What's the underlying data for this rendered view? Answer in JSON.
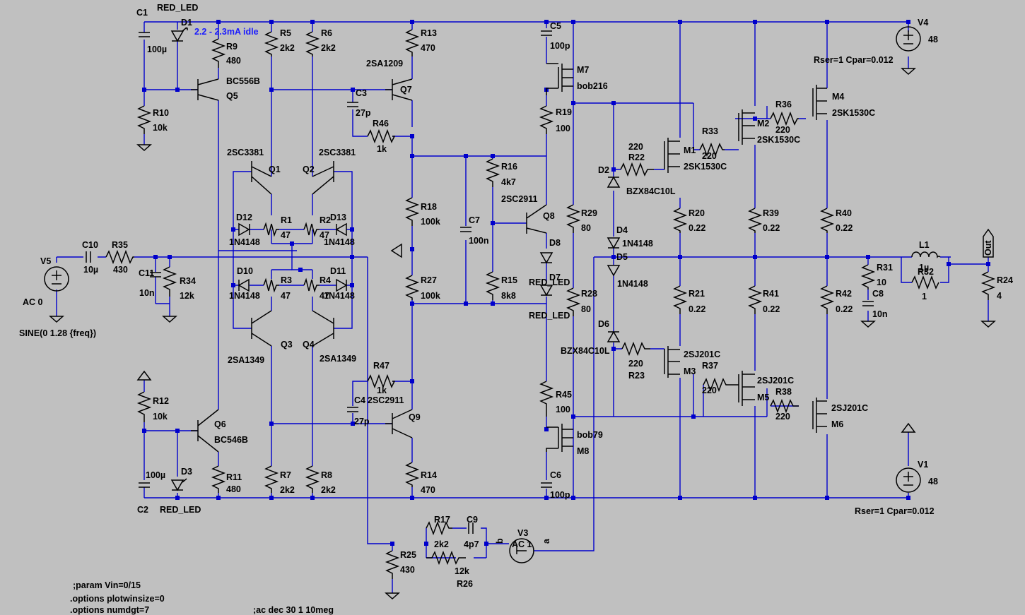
{
  "labels": {
    "C1": "C1",
    "C1v": "100µ",
    "D1": "D1",
    "RED_LED_1": "RED_LED",
    "idle": "2.2 - 2.3mA idle",
    "R9": "R9",
    "R9v": "480",
    "BC556B": "BC556B",
    "Q5": "Q5",
    "R10": "R10",
    "R10v": "10k",
    "R5": "R5",
    "R5v": "2k2",
    "R6": "R6",
    "R6v": "2k2",
    "R13": "R13",
    "R13v": "470",
    "Q7t": "2SA1209",
    "Q7": "Q7",
    "C3": "C3",
    "C3v": "27p",
    "R46": "R46",
    "R46v": "1k",
    "C5": "C5",
    "C5v": "100p",
    "M7": "M7",
    "bob216": "bob216",
    "R19": "R19",
    "R19v": "100",
    "V4": "V4",
    "V4v": "48",
    "rser1": "Rser=1 Cpar=0.012",
    "M4": "M4",
    "M4t": "2SK1530C",
    "R36": "R36",
    "R36v": "220",
    "M2": "M2",
    "M2t": "2SK1530C",
    "R33": "R33",
    "R33v": "220",
    "M1": "M1",
    "M1t": "2SK1530C",
    "R22": "R22",
    "R22v": "220",
    "D2": "D2",
    "BZX1": "BZX84C10L",
    "Q1t": "2SC3381",
    "Q1": "Q1",
    "Q2t": "2SC3381",
    "Q2": "Q2",
    "R16": "R16",
    "R16v": "4k7",
    "Q8t": "2SC2911",
    "Q8": "Q8",
    "D12": "D12",
    "R1": "R1",
    "R1v": "47",
    "R2": "R2",
    "R2v": "47",
    "D13": "D13",
    "d12t": "1N4148",
    "d13t": "1N4148",
    "R18": "R18",
    "R18v": "100k",
    "C7": "C7",
    "C7v": "100n",
    "R29": "R29",
    "R29v": "80",
    "D4": "D4",
    "D4t": "1N4148",
    "D5": "D5",
    "D5t": "1N4148",
    "R20": "R20",
    "R20v": "0.22",
    "R39": "R39",
    "R39v": "0.22",
    "R40": "R40",
    "R40v": "0.22",
    "D8": "D8",
    "V5": "V5",
    "C10": "C10",
    "C10v": "10µ",
    "R35": "R35",
    "R35v": "430",
    "C11": "C11",
    "C11v": "10n",
    "R34": "R34",
    "R34v": "12k",
    "AC0": "AC 0",
    "SINE": "SINE(0 1.28 {freq})",
    "D10": "D10",
    "R3": "R3",
    "R3v": "47",
    "R4": "R4",
    "R4v": "47",
    "D11": "D11",
    "d10t": "1N4148",
    "d11t": "1N4148",
    "R27": "R27",
    "R27v": "100k",
    "R15": "R15",
    "R15v": "8k8",
    "D7": "D7",
    "RED_LED_D7": "RED_LED",
    "RED_LED_2": "RED_LED",
    "R28": "R28",
    "R28v": "80",
    "R21": "R21",
    "R21v": "0.22",
    "R41": "R41",
    "R41v": "0.22",
    "R42": "R42",
    "R42v": "0.22",
    "L1": "L1",
    "L1v": "1µ",
    "R32": "R32",
    "R32v": "1",
    "R31": "R31",
    "R31v": "10",
    "C8": "C8",
    "C8v": "10n",
    "R24": "R24",
    "R24v": "4",
    "Out": "Out",
    "Q3": "Q3",
    "Q4": "Q4",
    "Q3t": "2SA1349",
    "Q4t": "2SA1349",
    "D6": "D6",
    "BZX2": "BZX84C10L",
    "R23": "R23",
    "R23v": "220",
    "M3": "M3",
    "M3t": "2SJ201C",
    "R37": "R37",
    "R37v": "220",
    "M5": "M5",
    "M5t": "2SJ201C",
    "R38": "R38",
    "R38v": "220",
    "M6": "M6",
    "M6t": "2SJ201C",
    "R47": "R47",
    "R47v": "1k",
    "C4": "C4",
    "C4v": "27p",
    "Q9t": "2SC2911",
    "Q9": "Q9",
    "R45": "R45",
    "R45v": "100",
    "bob79": "bob79",
    "M8": "M8",
    "R12": "R12",
    "R12v": "10k",
    "Q6": "Q6",
    "BC546B": "BC546B",
    "D3": "D3",
    "C2v": "100µ",
    "R11": "R11",
    "R11v": "480",
    "R7": "R7",
    "R7v": "2k2",
    "R8": "R8",
    "R8v": "2k2",
    "R14": "R14",
    "R14v": "470",
    "C6": "C6",
    "C6v": "100p",
    "V1": "V1",
    "V1v": "48",
    "rser2": "Rser=1 Cpar=0.012",
    "C2": "C2",
    "RED_LED_3": "RED_LED",
    "R17": "R17",
    "R17v": "2k2",
    "C9": "C9",
    "C9v": "4p7",
    "V3": "V3",
    "AC1": "AC 1",
    "nb": "b",
    "na": "a",
    "R26": "R26",
    "R26v": "12k",
    "R25": "R25",
    "R25v": "430",
    "dir1": ";param Vin=0/15",
    "dir2": ".options plotwinsize=0",
    "dir3": ".options numdgt=7",
    "dir4": ";ac dec 30 1 10meg"
  },
  "colors": {
    "background": "#c0c0c0",
    "wire": "#0000cc",
    "component": "#000000",
    "note": "#1a1aff"
  }
}
